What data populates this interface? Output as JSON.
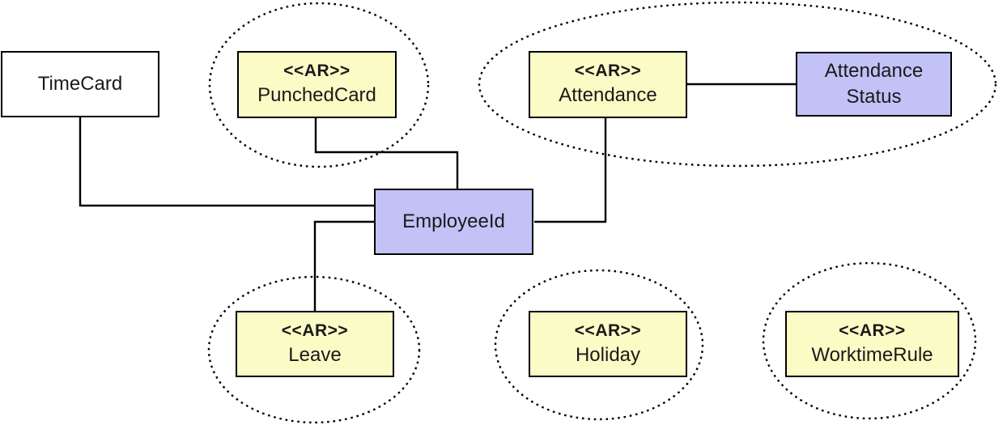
{
  "colors": {
    "background": "#ffffff",
    "node_yellow": "#fbfbc6",
    "node_purple": "#c3c2f7",
    "node_white": "#ffffff",
    "border": "#000000",
    "line": "#000000",
    "text": "#1a1a1a"
  },
  "nodes": {
    "timecard": {
      "label": "TimeCard"
    },
    "punchedcard": {
      "stereotype": "<<AR>>",
      "label": "PunchedCard"
    },
    "attendance": {
      "stereotype": "<<AR>>",
      "label": "Attendance"
    },
    "attendance_status": {
      "line1": "Attendance",
      "line2": "Status"
    },
    "employeeid": {
      "label": "EmployeeId"
    },
    "leave": {
      "stereotype": "<<AR>>",
      "label": "Leave"
    },
    "holiday": {
      "stereotype": "<<AR>>",
      "label": "Holiday"
    },
    "worktimerule": {
      "stereotype": "<<AR>>",
      "label": "WorktimeRule"
    }
  }
}
